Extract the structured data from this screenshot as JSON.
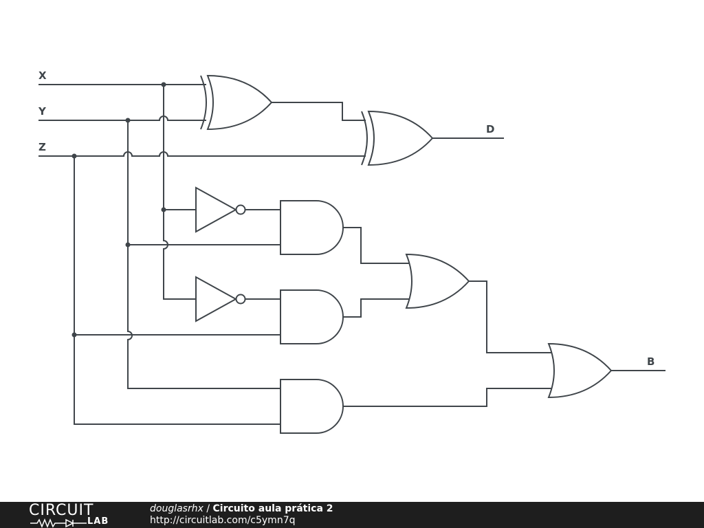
{
  "inputs": {
    "x": "X",
    "y": "Y",
    "z": "Z"
  },
  "outputs": {
    "d": "D",
    "b": "B"
  },
  "footer": {
    "logo_top": "CIRCUIT",
    "logo_bottom": "LAB",
    "author": "douglasrhx",
    "separator": " / ",
    "title": "Circuito aula prática 2",
    "url": "http://circuitlab.com/c5ymn7q"
  },
  "colors": {
    "line": "#3f454a",
    "footer_bg": "#1e1e1e"
  }
}
